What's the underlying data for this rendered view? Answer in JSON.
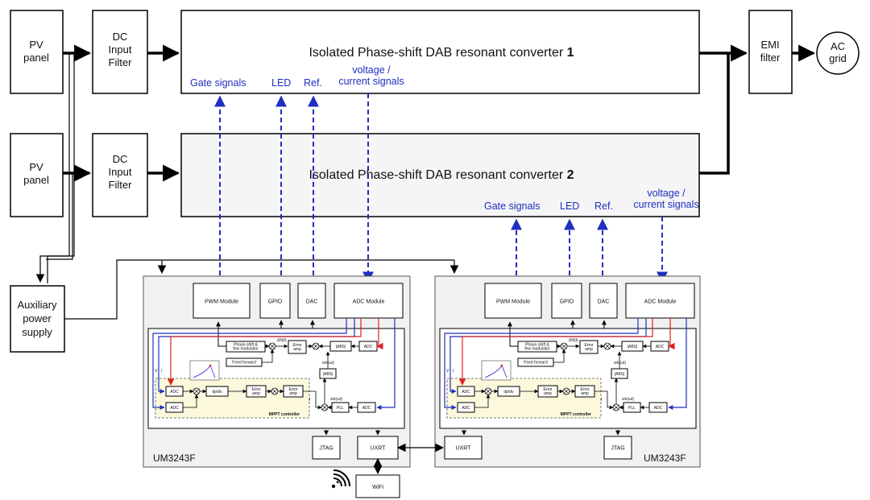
{
  "pv_panel_1": "PV\npanel",
  "pv_panel_2": "PV\npanel",
  "dc_filter_1": "DC\nInput\nFilter",
  "dc_filter_2": "DC\nInput\nFilter",
  "converter_1": {
    "title": "Isolated Phase-shift DAB resonant converter ",
    "num": "1"
  },
  "converter_2": {
    "title": "Isolated Phase-shift DAB resonant converter ",
    "num": "2"
  },
  "emi_filter": "EMI\nfilter",
  "ac_grid": "AC\ngrid",
  "aux_supply": "Auxiliary\npower\nsupply",
  "signals": {
    "gate": "Gate signals",
    "led": "LED",
    "ref": "Ref.",
    "vc": "voltage /\ncurrent signals"
  },
  "mcu": {
    "chip": "UM3243F",
    "pwm": "PWM Module",
    "gpio": "GPIO",
    "dac": "DAC",
    "adc": "ADC Module",
    "jtag": "JTAG",
    "uart": "UXRT",
    "wifi": "WiFi"
  },
  "control": {
    "phase_shift": "Phase-shift &\nfew modulator",
    "feed_forward": "Feed forward",
    "error_amp": "Error\namp",
    "abs": "|ABS|",
    "adc": "ADC",
    "dpdv": "dp/dv",
    "pll": "PLL",
    "mppt": "MPPT controller",
    "delta": "ΔN(t)",
    "vpv": "V",
    "ipv": "I",
    "iref": "I",
    "sin_wt": "sin(ωt)",
    "sin_wt2": "sin(ωt)"
  }
}
